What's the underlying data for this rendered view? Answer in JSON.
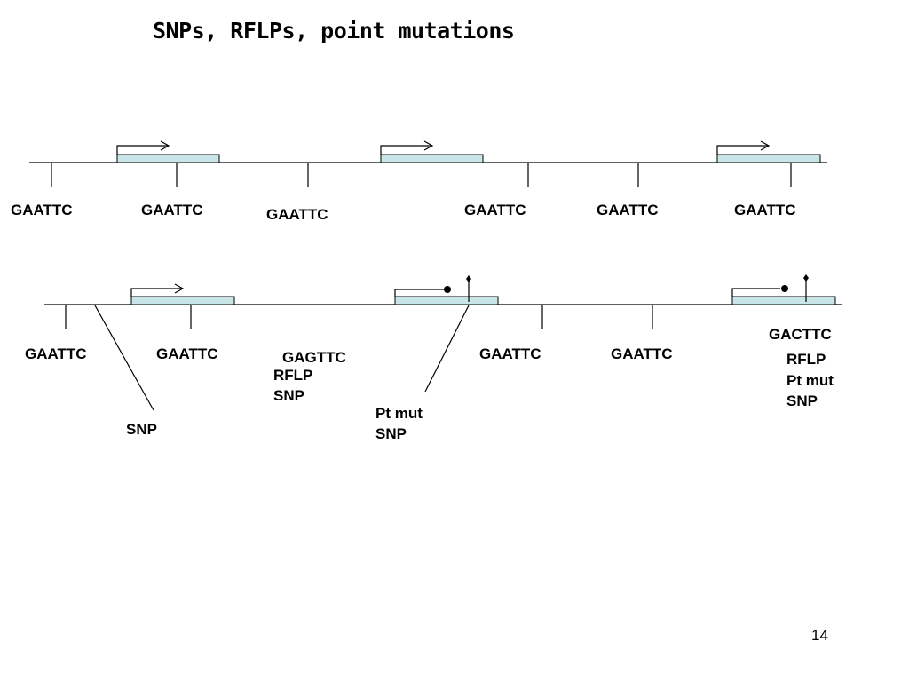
{
  "title": "SNPs, RFLPs, point mutations",
  "page_number": "14",
  "colors": {
    "gene_fill": "#c8e6e8",
    "line": "#000000"
  },
  "top_row": {
    "sites": [
      "GAATTC",
      "GAATTC",
      "GAATTC",
      "GAATTC",
      "GAATTC",
      "GAATTC"
    ]
  },
  "bottom_row": {
    "sites": [
      "GAATTC",
      "GAATTC",
      "GAGTTC",
      "GAATTC",
      "GAATTC",
      "GACTTC"
    ],
    "annotations": {
      "gagttc_rflp": "RFLP",
      "gagttc_snp": "SNP",
      "left_snp": "SNP",
      "middle_ptmut": "Pt mut",
      "middle_snp": "SNP",
      "right_rflp": "RFLP",
      "right_ptmut": "Pt mut",
      "right_snp": "SNP"
    }
  }
}
